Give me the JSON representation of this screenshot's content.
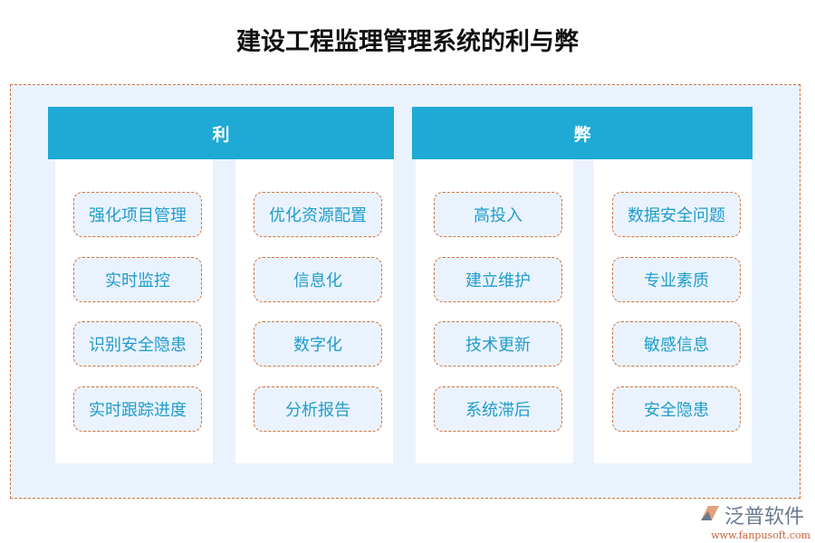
{
  "title": "建设工程监理管理系统的利与弊",
  "sections": [
    {
      "label": "利",
      "columns": [
        [
          "强化项目管理",
          "实时监控",
          "识别安全隐患",
          "实时跟踪进度"
        ],
        [
          "优化资源配置",
          "信息化",
          "数字化",
          "分析报告"
        ]
      ]
    },
    {
      "label": "弊",
      "columns": [
        [
          "高投入",
          "建立维护",
          "技术更新",
          "系统滞后"
        ],
        [
          "数据安全问题",
          "专业素质",
          "敏感信息",
          "安全隐患"
        ]
      ]
    }
  ],
  "logo": {
    "name": "泛普软件",
    "url": "www.fanpusoft.com"
  },
  "colors": {
    "header": "#1eaad4",
    "border": "#d2733a",
    "text": "#1f9ccc",
    "panel": "#eaf3fd"
  }
}
